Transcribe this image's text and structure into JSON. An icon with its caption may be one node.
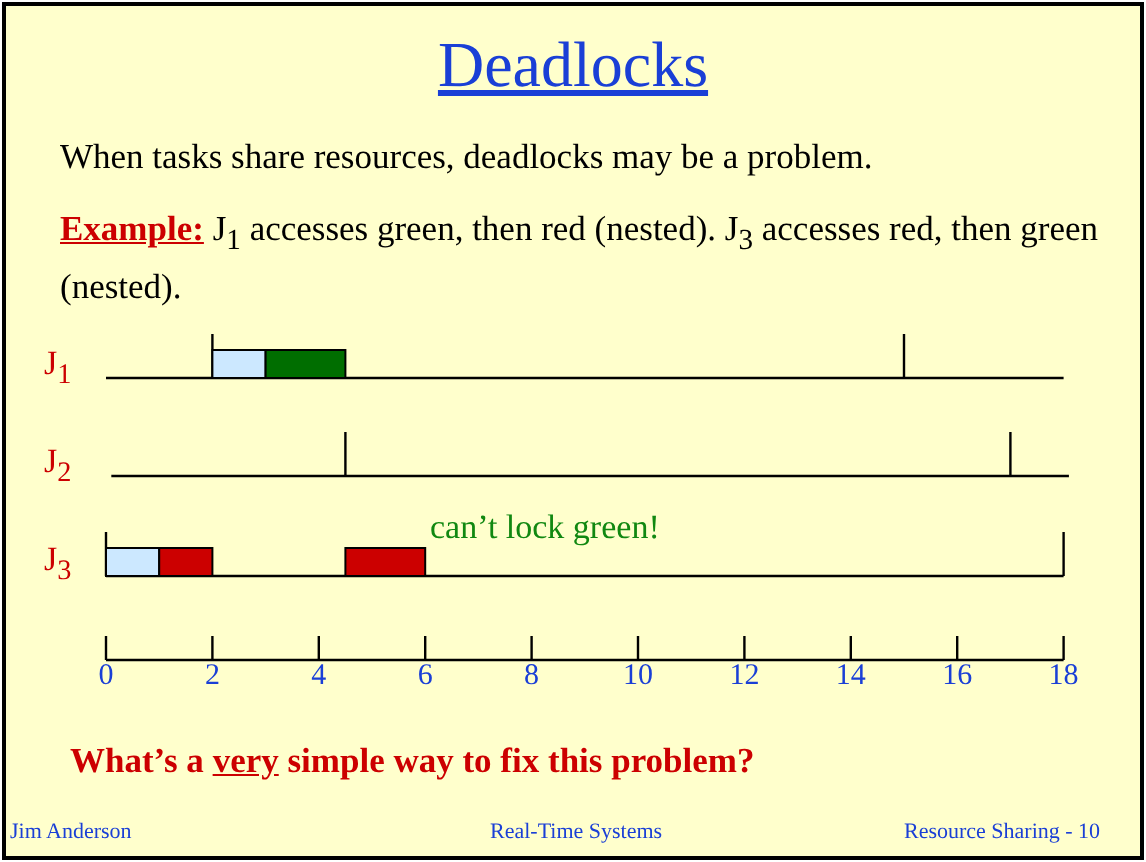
{
  "diagram": {
    "title": "Deadlocks",
    "labels": [
      "When tasks share resources, deadlocks may be a problem.",
      "**Example:** J$_{1}$ accesses green, then red (nested).  J$_{3}$ accesses red, then green (nested).",
      "J$_{1}$",
      "J$_{2}$",
      "J$_{3}$",
      "can’t lock green!",
      "0",
      "2",
      "4",
      "6",
      "8",
      "10",
      "12",
      "14",
      "16",
      "18",
      "What’s a **very** simple way to fix this problem?",
      "Jim Anderson",
      "Real-Time Systems",
      "Resource Sharing -  10"
    ]
  }
}
